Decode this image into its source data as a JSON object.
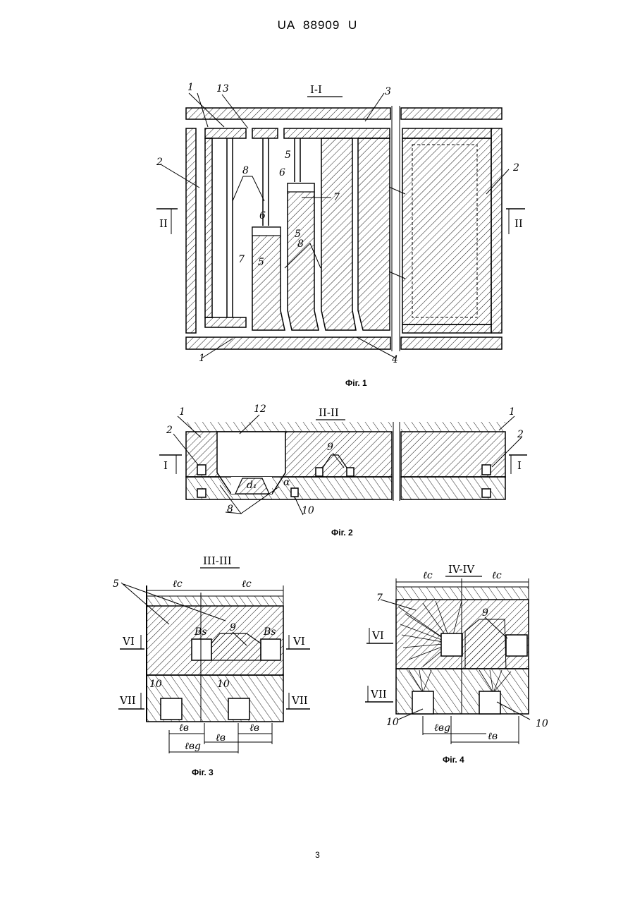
{
  "header": {
    "doc_number": "UA   88909   U"
  },
  "page_number": "3",
  "figures": {
    "fig1": {
      "caption": "Фіг. 1",
      "section": "I-I",
      "section_marks": [
        "II",
        "II"
      ],
      "labels": [
        "1",
        "13",
        "3",
        "2",
        "8",
        "5",
        "6",
        "7",
        "6",
        "5",
        "8",
        "7",
        "5",
        "2",
        "1",
        "4"
      ]
    },
    "fig2": {
      "caption": "Фіг. 2",
      "section": "II-II",
      "section_marks": [
        "I",
        "I"
      ],
      "labels": [
        "1",
        "12",
        "1",
        "2",
        "9",
        "2",
        "d₁",
        "α",
        "8",
        "10"
      ]
    },
    "fig3": {
      "caption": "Фіг. 3",
      "section": "III-III",
      "section_marks": [
        "VI",
        "VI",
        "VII",
        "VII"
      ],
      "labels": [
        "5",
        "ℓc",
        "ℓc",
        "9",
        "Bs",
        "Bs",
        "10",
        "10",
        "ℓв",
        "ℓв",
        "ℓв",
        "ℓвg"
      ]
    },
    "fig4": {
      "caption": "Фіг. 4",
      "section": "IV-IV",
      "section_marks": [
        "VI",
        "VII"
      ],
      "labels": [
        "ℓc",
        "ℓc",
        "7",
        "9",
        "10",
        "ℓвg",
        "ℓв",
        "10"
      ]
    }
  }
}
